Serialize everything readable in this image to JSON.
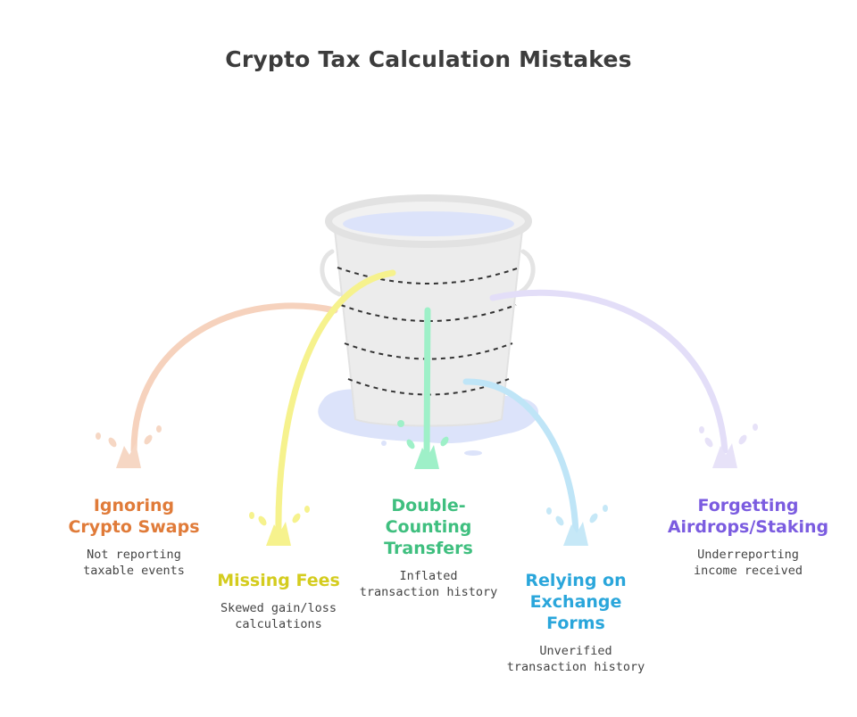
{
  "title": "Crypto Tax Calculation Mistakes",
  "colors": {
    "orange": "#E07B39",
    "yellow": "#D4CC1E",
    "green": "#3FBF7F",
    "blue": "#2AA6DB",
    "purple": "#7B5CE0",
    "bucket": "#E9E9E9",
    "water": "#DCE3FA"
  },
  "mistakes": [
    {
      "label_lines": [
        "Ignoring",
        "Crypto Swaps"
      ],
      "desc_lines": [
        "Not reporting",
        "taxable events"
      ]
    },
    {
      "label_lines": [
        "Missing Fees"
      ],
      "desc_lines": [
        "Skewed gain/loss",
        "calculations"
      ]
    },
    {
      "label_lines": [
        "Double-",
        "Counting",
        "Transfers"
      ],
      "desc_lines": [
        "Inflated",
        "transaction history"
      ]
    },
    {
      "label_lines": [
        "Relying on",
        "Exchange",
        "Forms"
      ],
      "desc_lines": [
        "Unverified",
        "transaction history"
      ]
    },
    {
      "label_lines": [
        "Forgetting",
        "Airdrops/Staking"
      ],
      "desc_lines": [
        "Underreporting",
        "income received"
      ]
    }
  ]
}
